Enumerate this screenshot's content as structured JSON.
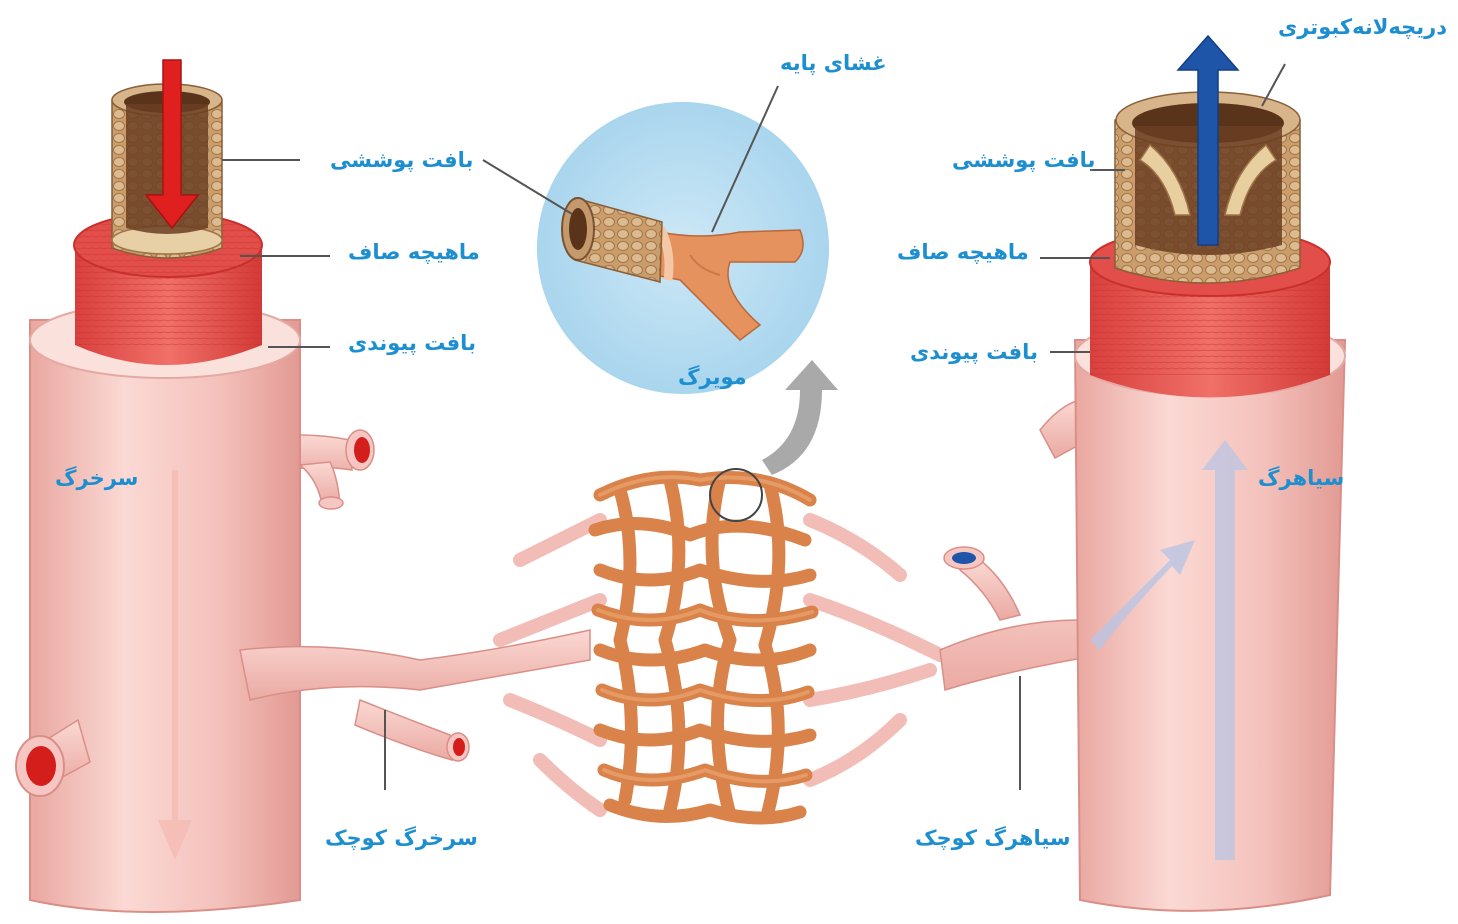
{
  "colors": {
    "label": "#1d8fd0",
    "vessel_outer": "#f6c7c2",
    "vessel_shadow": "#e7a29b",
    "muscle": "#e8504c",
    "epithelium": "#b98a5a",
    "lumen": "#6b3e22",
    "capillary": "#d9824a",
    "capillary_bg": "#b7dcef",
    "arterial_arrow": "#e0201e",
    "venous_arrow": "#1e55a8",
    "pointer_line": "#555555"
  },
  "icons": [
    "down-red-arrow-icon",
    "up-blue-arrow-icon",
    "curved-gray-arrow-icon",
    "magnify-circle-icon"
  ],
  "labels": {
    "artery": {
      "epithelium": "بافت پوششی",
      "smooth_muscle": "ماهیچه صاف",
      "connective": "بافت پیوندی",
      "name": "سرخرگ",
      "arteriole": "سرخرگ کوچک"
    },
    "capillary": {
      "basement_membrane": "غشای پایه",
      "name": "مویرگ"
    },
    "vein": {
      "valve": "دریچه‌لانه‌کبوتری",
      "epithelium": "بافت پوششی",
      "smooth_muscle": "ماهیچه صاف",
      "connective": "بافت پیوندی",
      "name": "سیاهرگ",
      "venule": "سیاهرگ کوچک"
    }
  }
}
